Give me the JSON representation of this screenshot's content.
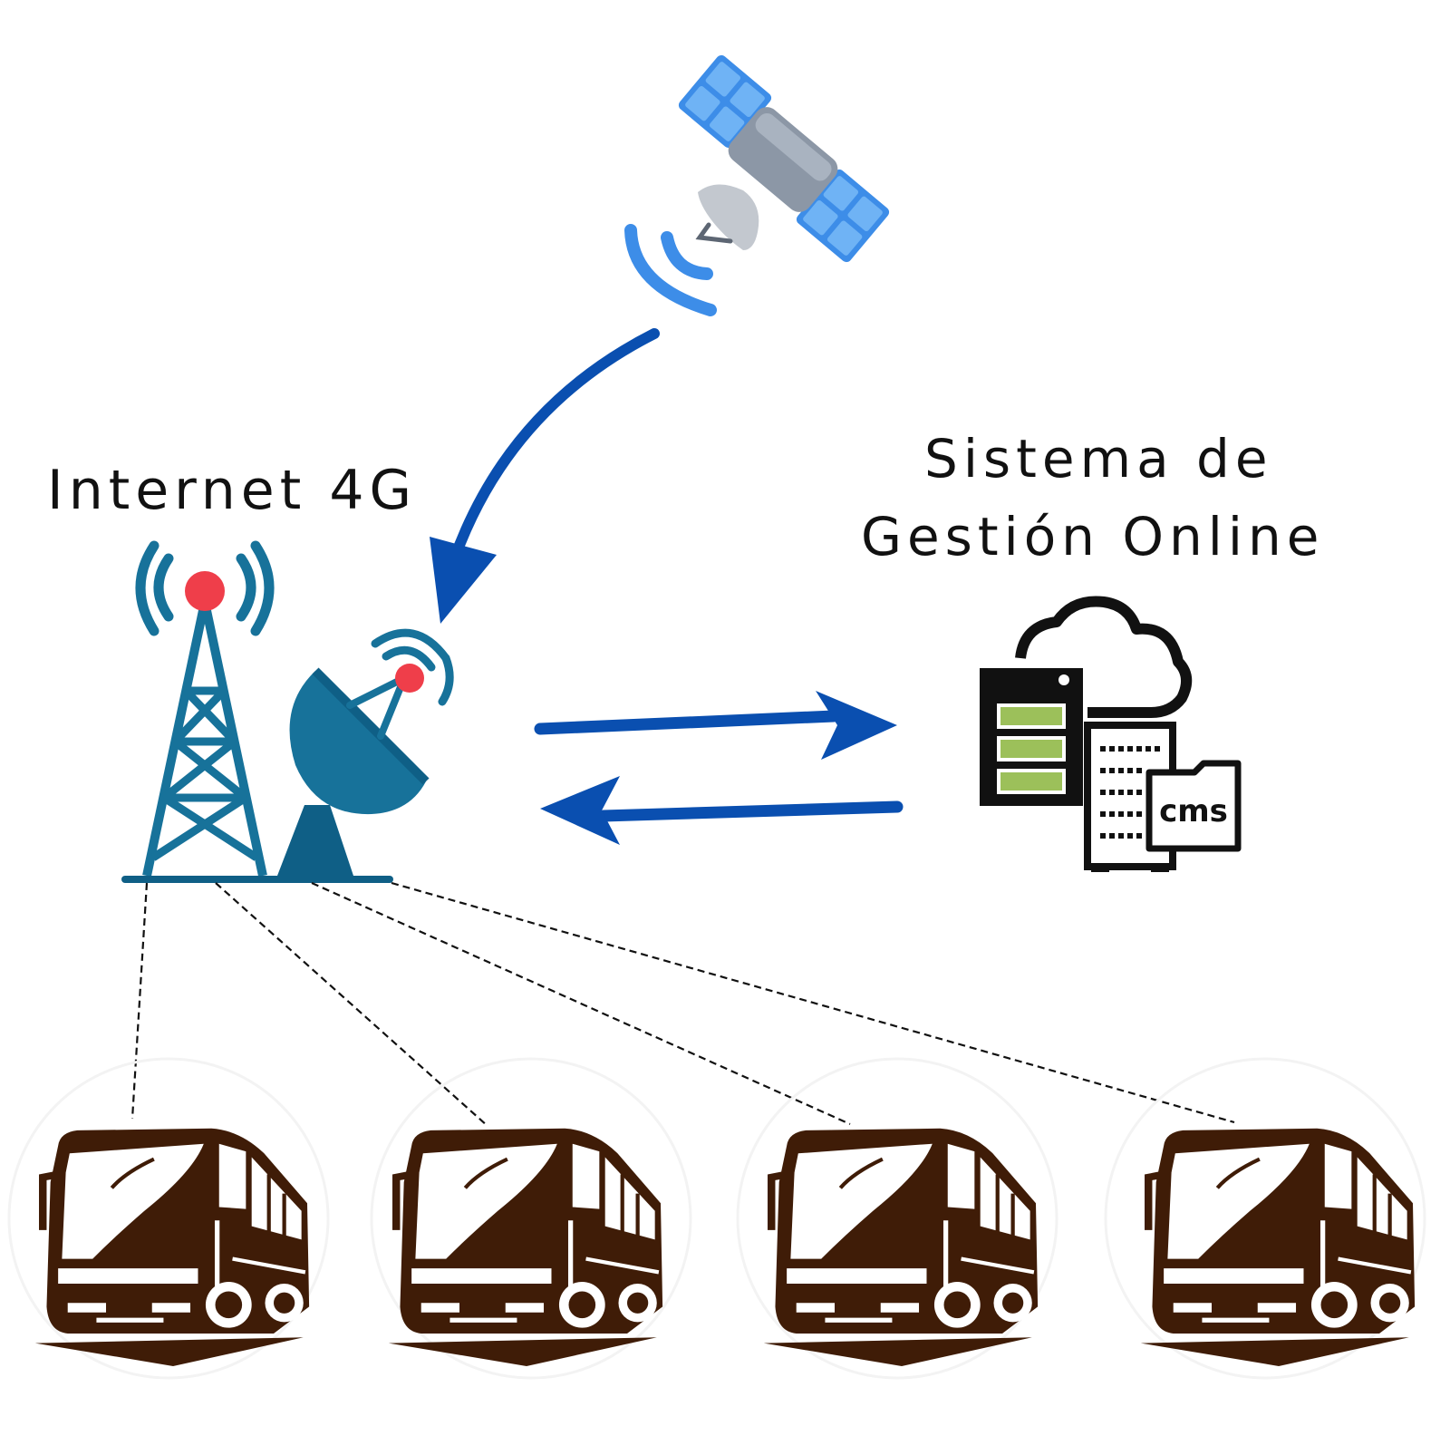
{
  "labels": {
    "internet": "Internet 4G",
    "sistema_line1": "Sistema de",
    "sistema_line2": "Gestión Online",
    "cms": "cms"
  },
  "colors": {
    "arrow_blue": "#0a4fb0",
    "tower_teal": "#17729a",
    "tower_beacon": "#ef3e4a",
    "dish_dark": "#0f5f86",
    "bus_brown": "#3f1c07",
    "server_green": "#9cc05a",
    "satellite_panel": "#3d8de8",
    "satellite_body": "#8c97a6"
  },
  "icons": [
    "satellite-icon",
    "cell-tower-icon",
    "satellite-dish-icon",
    "cloud-server-cms-icon",
    "bus-icon"
  ],
  "buses": [
    {
      "id": "bus-1"
    },
    {
      "id": "bus-2"
    },
    {
      "id": "bus-3"
    },
    {
      "id": "bus-4"
    }
  ]
}
